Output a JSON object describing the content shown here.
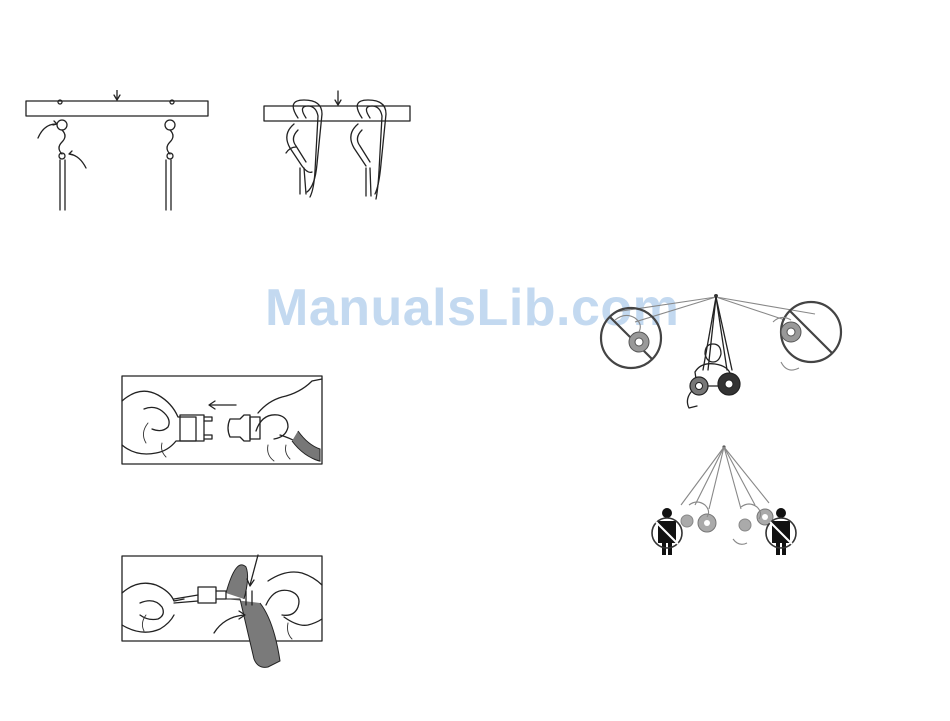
{
  "watermark": {
    "text": "ManualsLib.com",
    "color": "#b9d3ee"
  },
  "figures": {
    "hook_attach": {
      "icon": "hook-attachment-illustration"
    },
    "rope_loop": {
      "icon": "rope-loop-attachment-illustration"
    },
    "buckle_connect": {
      "icon": "buckle-connect-illustration"
    },
    "strap_adjust": {
      "icon": "strap-adjust-illustration"
    },
    "swing_arc_warning": {
      "icon": "swing-arc-prohibited-illustration"
    },
    "bystander_warning": {
      "icon": "bystander-clearance-illustration"
    }
  }
}
